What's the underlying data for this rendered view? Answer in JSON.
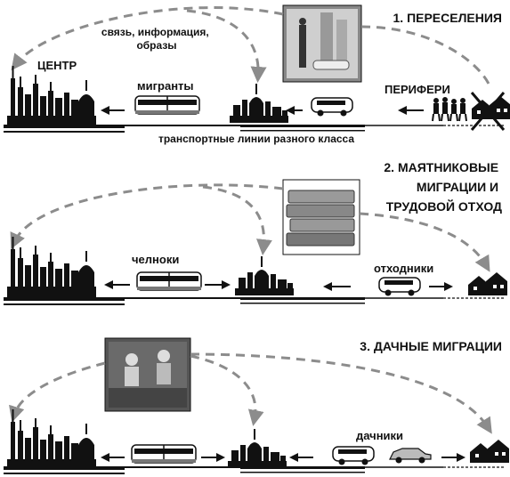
{
  "panels": [
    {
      "title_lines": [
        "1. ПЕРЕСЕЛЕНИЯ"
      ],
      "label_center": "ЦЕНТР",
      "label_flow_center": "мигранты",
      "label_periphery": "ПЕРИФЕРИ",
      "label_info_lines": [
        "связь, информация,",
        "образы"
      ],
      "label_lines": "транспортные линии разного класса",
      "photo_icon": "city-lifestyle-photo"
    },
    {
      "title_lines": [
        "2. МАЯТНИКОВЫЕ",
        "МИГРАЦИИ И",
        "ТРУДОВОЙ ОТХОД"
      ],
      "label_flow_center": "челноки",
      "label_flow_right": "отходники",
      "photo_icon": "money-stack-photo"
    },
    {
      "title_lines": [
        "3. ДАЧНЫЕ МИГРАЦИИ"
      ],
      "label_flow_right": "дачники",
      "photo_icon": "gardeners-photo"
    }
  ],
  "colors": {
    "ink": "#111111",
    "dash": "#8c8c8c",
    "photo_dark": "#555555",
    "photo_light": "#dddddd"
  }
}
